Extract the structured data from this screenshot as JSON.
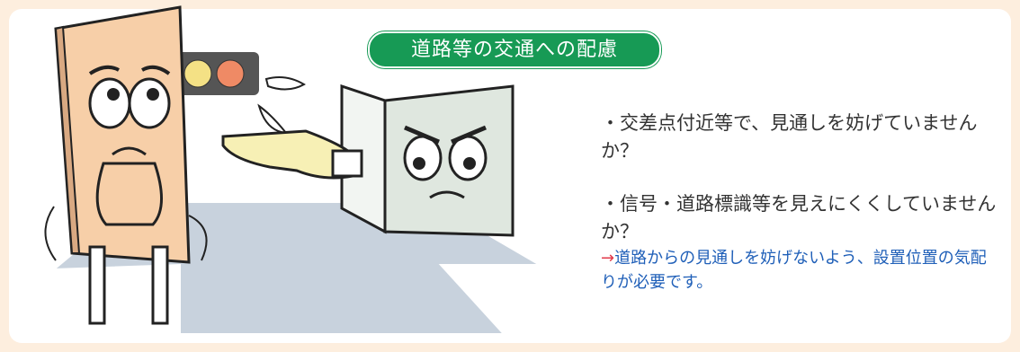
{
  "title": "道路等の交通への配慮",
  "bullets": [
    "・交差点付近等で、見通しを妨げていませんか？",
    "・信号・道路標識等を見えにくくしていませんか？"
  ],
  "note": {
    "arrow": "→",
    "text": "道路からの見通しを妨げないよう、設置位置の気配りが必要です。"
  },
  "colors": {
    "background": "#fdeede",
    "title_bg": "#179a55",
    "note_text": "#1f5fb8",
    "arrow": "#e23a4a",
    "road": "#c8d2dd",
    "sign_face": "#f7cfa8",
    "board": "#dfe7df"
  }
}
